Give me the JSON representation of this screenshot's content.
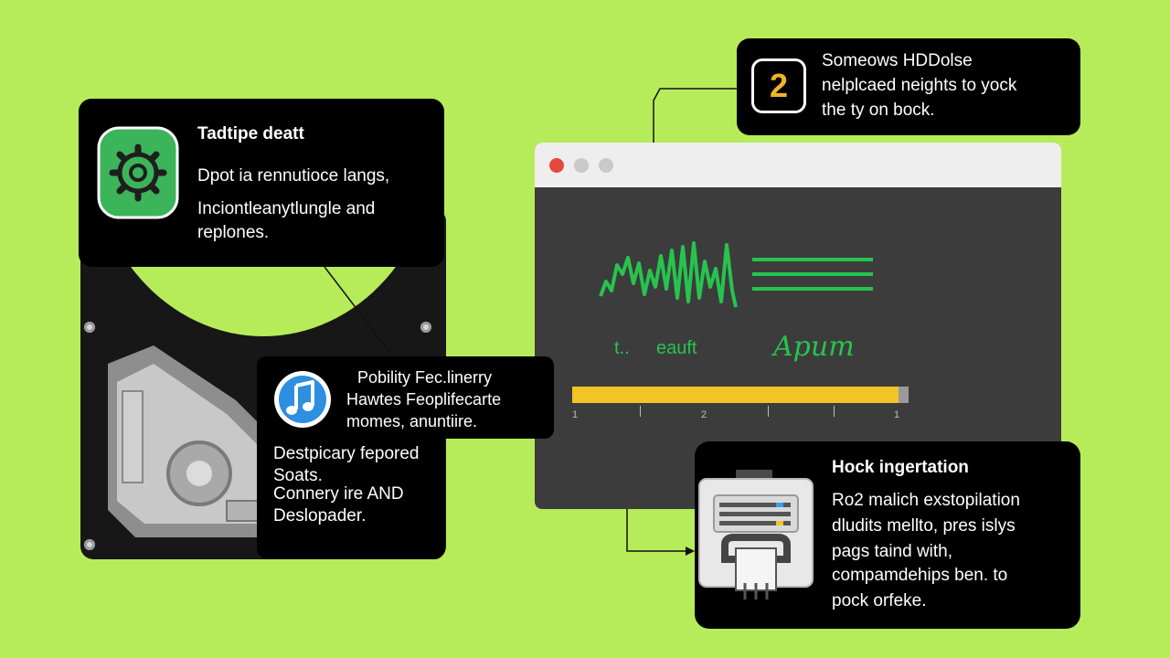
{
  "colors": {
    "background": "#b6ec5a",
    "card": "#000000",
    "accent_green": "#27c44d",
    "progress_yellow": "#f2c527",
    "window_dark": "#3c3c3d"
  },
  "card_top_left": {
    "title": "Tadtipe deatt",
    "lines": [
      "Dpot ia rennutioce langs,",
      "Inciontleanytlungle and",
      "replones."
    ],
    "icon": "gear-icon"
  },
  "card_top_right": {
    "lines": [
      "Someows HDDolse",
      "nelplcaed neights to yock",
      "the ty on bock."
    ],
    "icon": "number-two-icon",
    "icon_text": "2"
  },
  "card_center": {
    "lines": [
      "Pobility Fec.linerry",
      "Hawtes Feoplifecarte",
      "momes, anuntiire."
    ],
    "icon": "music-note-icon"
  },
  "card_center_bottom": {
    "lines": [
      "Destpicary fepored",
      "Soats.",
      "Connery ire AND",
      "Deslopader."
    ]
  },
  "card_bottom_right": {
    "title": "Hock ingertation",
    "lines": [
      "Ro2 malich exstopilation",
      "dludits mellto, pres islys",
      "pags taind with,",
      "compamdehips ben. to",
      "pock orfeke."
    ],
    "icon": "storage-drive-icon"
  },
  "browser_window": {
    "labels": [
      "t..",
      "eauft",
      "Apum"
    ],
    "progress": 0.97,
    "ticks": [
      "1",
      "",
      "2",
      "",
      "",
      "1"
    ]
  }
}
